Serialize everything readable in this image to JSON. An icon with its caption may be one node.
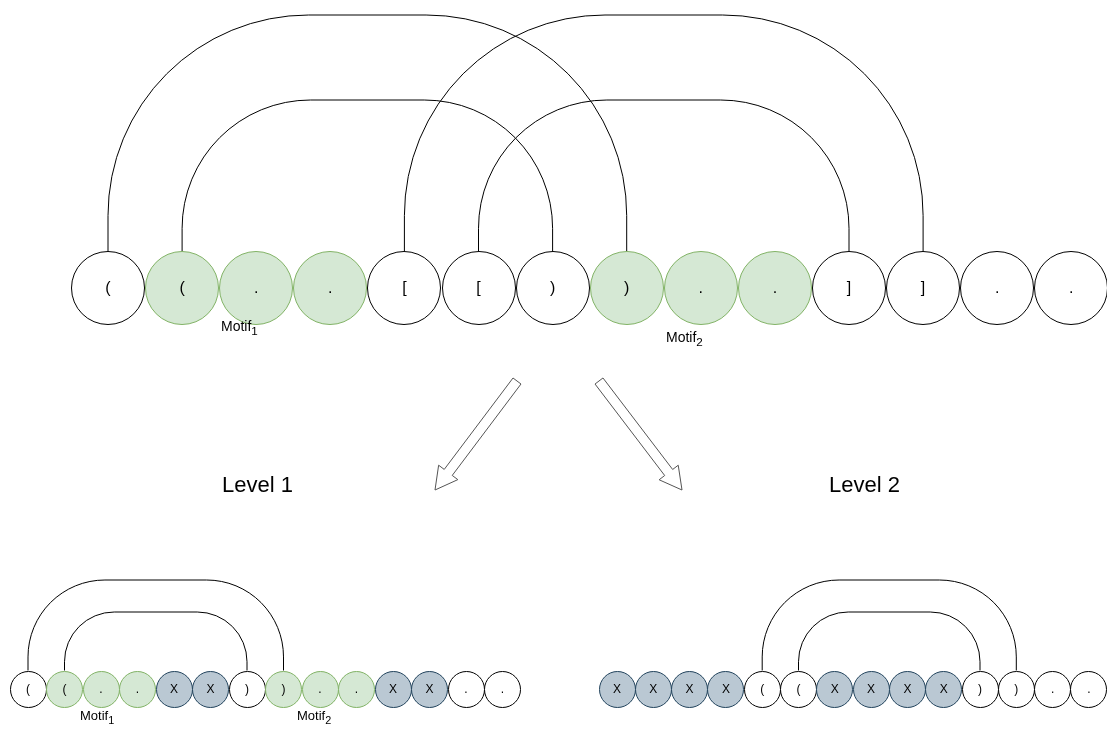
{
  "diagram": {
    "nodes": [
      {
        "text": [
          "("
        ]
      },
      {
        "text": [
          "("
        ]
      },
      {
        "text": [
          "."
        ]
      },
      {
        "text": [
          "."
        ]
      },
      {
        "text": [
          "["
        ]
      },
      {
        "text": [
          "["
        ]
      },
      {
        "text": [
          ")"
        ]
      },
      {
        "text": [
          ")"
        ]
      },
      {
        "text": [
          "."
        ]
      },
      {
        "text": [
          "."
        ]
      },
      {
        "text": [
          "]"
        ]
      },
      {
        "text": [
          "]"
        ]
      },
      {
        "text": [
          "."
        ]
      },
      {
        "text": [
          "."
        ]
      },
      {
        "text": [
          "("
        ]
      },
      {
        "text": [
          "("
        ]
      },
      {
        "text": [
          "."
        ]
      },
      {
        "text": [
          "."
        ]
      },
      {
        "text": [
          "X"
        ]
      },
      {
        "text": [
          "X"
        ]
      },
      {
        "text": [
          ")"
        ]
      },
      {
        "text": [
          ")"
        ]
      },
      {
        "text": [
          "."
        ]
      },
      {
        "text": [
          "."
        ]
      },
      {
        "text": [
          "X"
        ]
      },
      {
        "text": [
          "X"
        ]
      },
      {
        "text": [
          "."
        ]
      },
      {
        "text": [
          "."
        ]
      },
      {
        "text": [
          "X"
        ]
      },
      {
        "text": [
          "X"
        ]
      },
      {
        "text": [
          "X"
        ]
      },
      {
        "text": [
          "X"
        ]
      },
      {
        "text": [
          "("
        ]
      },
      {
        "text": [
          "("
        ]
      },
      {
        "text": [
          "X"
        ]
      },
      {
        "text": [
          "X"
        ]
      },
      {
        "text": [
          "X"
        ]
      },
      {
        "text": [
          "X"
        ]
      },
      {
        "text": [
          ")"
        ]
      },
      {
        "text": [
          ")"
        ]
      },
      {
        "text": [
          "."
        ]
      },
      {
        "text": [
          "."
        ]
      }
    ],
    "edges": [
      {
        "from": 0,
        "to": 7,
        "arrow": "none"
      },
      {
        "from": 1,
        "to": 6,
        "arrow": "none"
      },
      {
        "from": 4,
        "to": 11,
        "arrow": "none"
      },
      {
        "from": 5,
        "to": 10,
        "arrow": "none"
      },
      {
        "from": 14,
        "to": 21,
        "arrow": "none"
      },
      {
        "from": 15,
        "to": 20,
        "arrow": "none"
      },
      {
        "from": 32,
        "to": 39,
        "arrow": "none"
      },
      {
        "from": 33,
        "to": 38,
        "arrow": "none"
      }
    ],
    "labels": [
      "Motif$_{1}$",
      "Motif$_{2}$",
      "Level 1",
      "Level 2",
      "Motif$_{1}$",
      "Motif$_{2}$"
    ]
  }
}
